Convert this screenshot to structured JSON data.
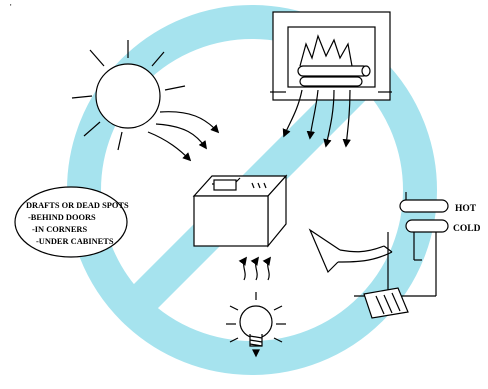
{
  "diagram": {
    "stray_mark": "'",
    "bubble": {
      "lines": [
        "DRAFTS OR DEAD SPOTS",
        "-BEHIND DOORS",
        "-IN CORNERS",
        "-UNDER CABINETS"
      ]
    },
    "pipes": {
      "hot_label": "HOT",
      "cold_label": "COLD"
    },
    "colors": {
      "prohibition_sign": "#a6e3ee",
      "line_art": "#000000",
      "background": "#ffffff"
    },
    "icons": [
      "sun-icon",
      "fireplace-icon",
      "thermostat-icon",
      "light-bulb-icon",
      "hot-cold-pipes-icon",
      "prohibition-sign-icon"
    ]
  }
}
